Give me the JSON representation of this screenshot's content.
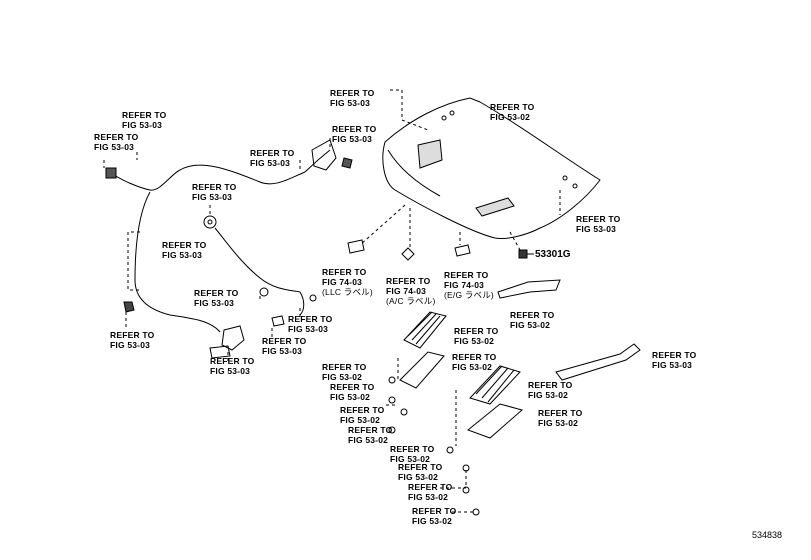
{
  "diagram_id": "534838",
  "part_number": "53301G",
  "refs": [
    {
      "id": "r1",
      "line1": "REFER TO",
      "line2": "FIG 53-03"
    },
    {
      "id": "r2",
      "line1": "REFER TO",
      "line2": "FIG 53-02"
    },
    {
      "id": "r3",
      "line1": "REFER TO",
      "line2": "FIG 53-03"
    },
    {
      "id": "r4",
      "line1": "REFER TO",
      "line2": "FIG 53-03"
    },
    {
      "id": "r5",
      "line1": "REFER TO",
      "line2": "FIG 53-03"
    },
    {
      "id": "r6",
      "line1": "REFER TO",
      "line2": "FIG 53-03"
    },
    {
      "id": "r7",
      "line1": "REFER TO",
      "line2": "FIG 53-03"
    },
    {
      "id": "r8",
      "line1": "REFER TO",
      "line2": "FIG 53-03"
    },
    {
      "id": "r9",
      "line1": "REFER TO",
      "line2": "FIG 53-03"
    },
    {
      "id": "r10",
      "line1": "REFER TO",
      "line2": "FIG 53-03"
    },
    {
      "id": "r11",
      "line1": "REFER TO",
      "line2": "FIG 53-03"
    },
    {
      "id": "r12",
      "line1": "REFER TO",
      "line2": "FIG 53-03"
    },
    {
      "id": "r13",
      "line1": "REFER TO",
      "line2": "FIG 53-03"
    },
    {
      "id": "r14",
      "line1": "REFER TO",
      "line2": "FIG 74-03",
      "line3": "(LLC ラベル)"
    },
    {
      "id": "r15",
      "line1": "REFER TO",
      "line2": "FIG 74-03",
      "line3": "(A/C ラベル)"
    },
    {
      "id": "r16",
      "line1": "REFER TO",
      "line2": "FIG 74-03",
      "line3": "(E/G ラベル)"
    },
    {
      "id": "r17",
      "line1": "REFER TO",
      "line2": "FIG 53-02"
    },
    {
      "id": "r18",
      "line1": "REFER TO",
      "line2": "FIG 53-02"
    },
    {
      "id": "r19",
      "line1": "REFER TO",
      "line2": "FIG 53-02"
    },
    {
      "id": "r20",
      "line1": "REFER TO",
      "line2": "FIG 53-03"
    },
    {
      "id": "r21",
      "line1": "REFER TO",
      "line2": "FIG 53-02"
    },
    {
      "id": "r22",
      "line1": "REFER TO",
      "line2": "FIG 53-02"
    },
    {
      "id": "r23",
      "line1": "REFER TO",
      "line2": "FIG 53-02"
    },
    {
      "id": "r24",
      "line1": "REFER TO",
      "line2": "FIG 53-02"
    },
    {
      "id": "r25",
      "line1": "REFER TO",
      "line2": "FIG 53-02"
    },
    {
      "id": "r26",
      "line1": "REFER TO",
      "line2": "FIG 53-02"
    },
    {
      "id": "r27",
      "line1": "REFER TO",
      "line2": "FIG 53-02"
    },
    {
      "id": "r28",
      "line1": "REFER TO",
      "line2": "FIG 53-02"
    },
    {
      "id": "r29",
      "line1": "REFER TO",
      "line2": "FIG 53-02"
    },
    {
      "id": "r30",
      "line1": "REFER TO",
      "line2": "FIG 53-02"
    }
  ]
}
